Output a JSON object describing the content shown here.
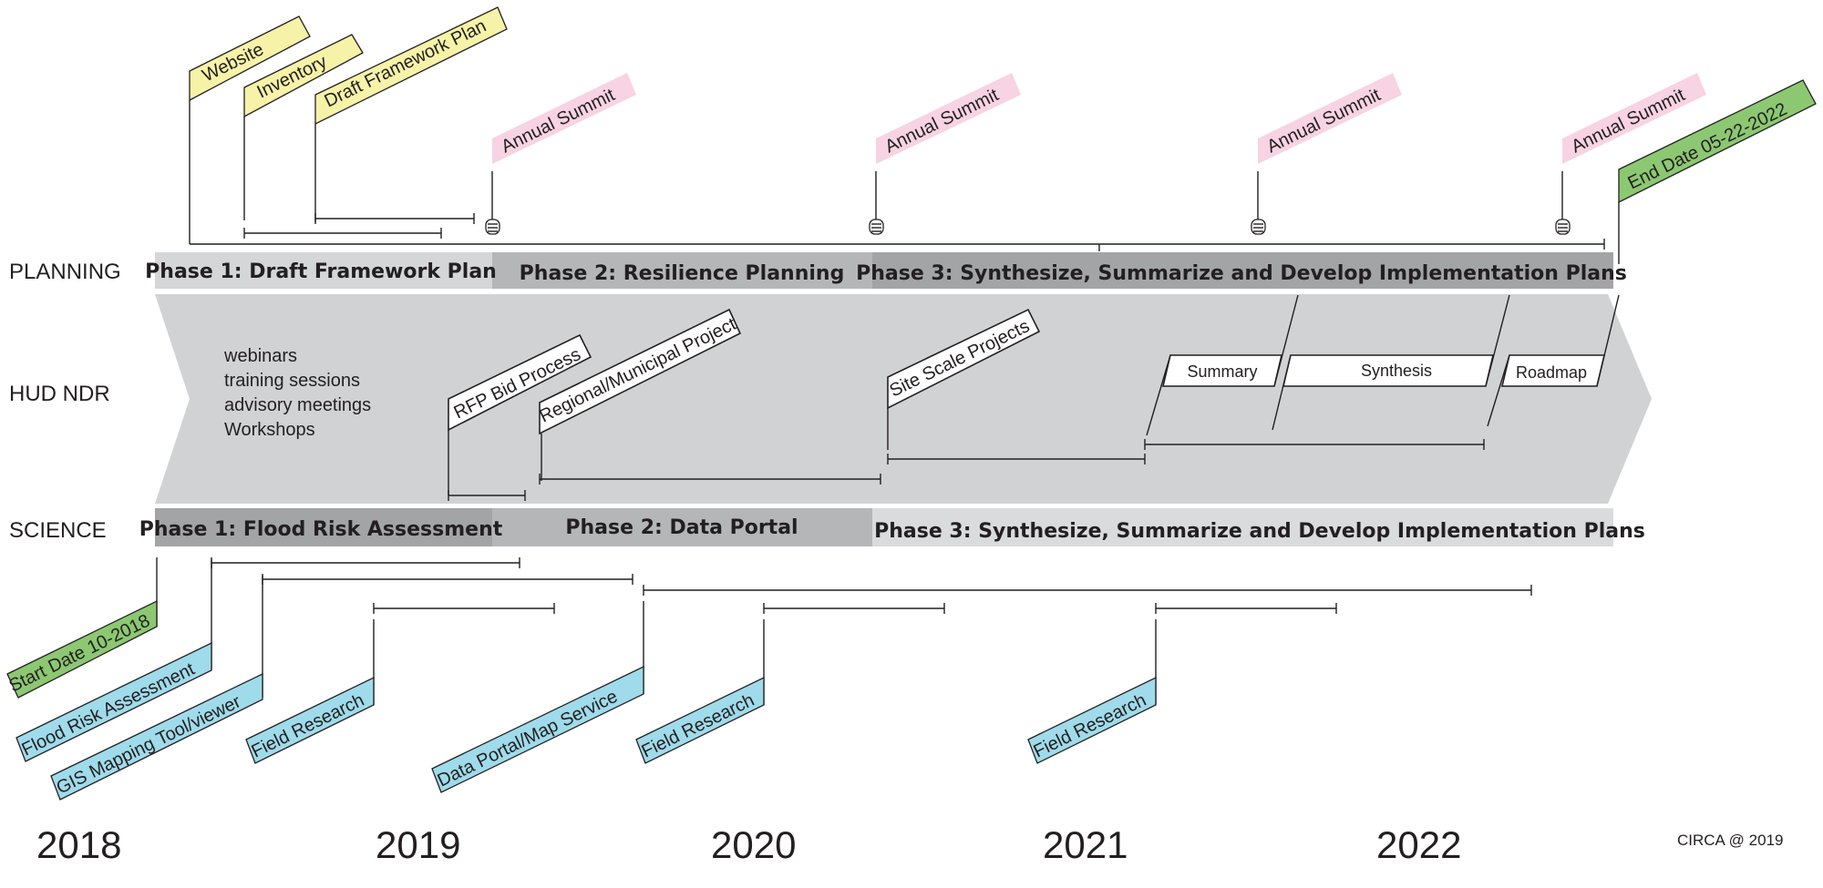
{
  "rows": {
    "planning": "PLANNING",
    "hud": "HUD NDR",
    "science": "SCIENCE"
  },
  "planning_phases": [
    "Phase 1: Draft Framework Plan",
    "Phase 2: Resilience Planning",
    "Phase 3: Synthesize, Summarize and Develop Implementation Plans"
  ],
  "science_phases": [
    "Phase 1: Flood Risk Assessment",
    "Phase 2: Data Portal",
    "Phase 3: Synthesize, Summarize and Develop Implementation Plans"
  ],
  "planning_flags": [
    "Website",
    "Inventory",
    "Draft Framework Plan"
  ],
  "summit_flags": [
    "Annual Summit",
    "Annual Summit",
    "Annual Summit",
    "Annual Summit"
  ],
  "end_flag": "End Date 05-22-2022",
  "start_flag": "Start Date 10-2018",
  "hud_activities": [
    "webinars",
    "training sessions",
    "advisory meetings",
    "Workshops"
  ],
  "hud_flags": [
    "RFP Bid Process",
    "Regional/Municipal Project",
    "Site Scale Projects"
  ],
  "hud_boxes": [
    "Summary",
    "Synthesis",
    "Roadmap"
  ],
  "science_flags": [
    "Flood Risk Assessment",
    "GIS Mapping Tool/viewer",
    "Field Research",
    "Data Portal/Map Service",
    "Field Research",
    "Field Research"
  ],
  "years": [
    "2018",
    "2019",
    "2020",
    "2021",
    "2022"
  ],
  "credit": "CIRCA @ 2019",
  "colors": {
    "flag_yellow": "#f6f2a8",
    "flag_pink": "#f7d3e3",
    "flag_green": "#8cc872",
    "flag_blue": "#9fdbea",
    "arrow_gray": "#d1d2d4",
    "phase_light": "#d5d6d8",
    "phase_mid": "#b5b6b8",
    "phase_dark": "#a3a4a6",
    "science_p3": "#dadbdd"
  }
}
